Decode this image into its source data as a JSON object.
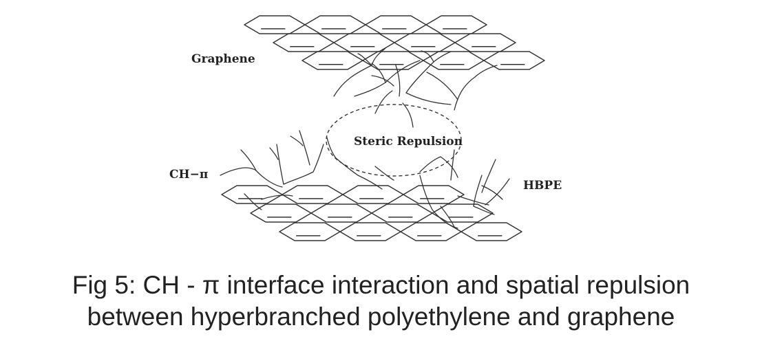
{
  "diagram": {
    "labels": {
      "graphene": "Graphene",
      "steric_repulsion": "Steric Repulsion",
      "ch_pi": "CH−π",
      "hbpe": "HBPE"
    },
    "colors": {
      "line": "#333333",
      "text": "#222222",
      "background": "#ffffff"
    }
  },
  "caption": {
    "line1": "Fig 5: CH - π interface interaction and spatial repulsion",
    "line2": "between hyperbranched polyethylene and graphene"
  }
}
